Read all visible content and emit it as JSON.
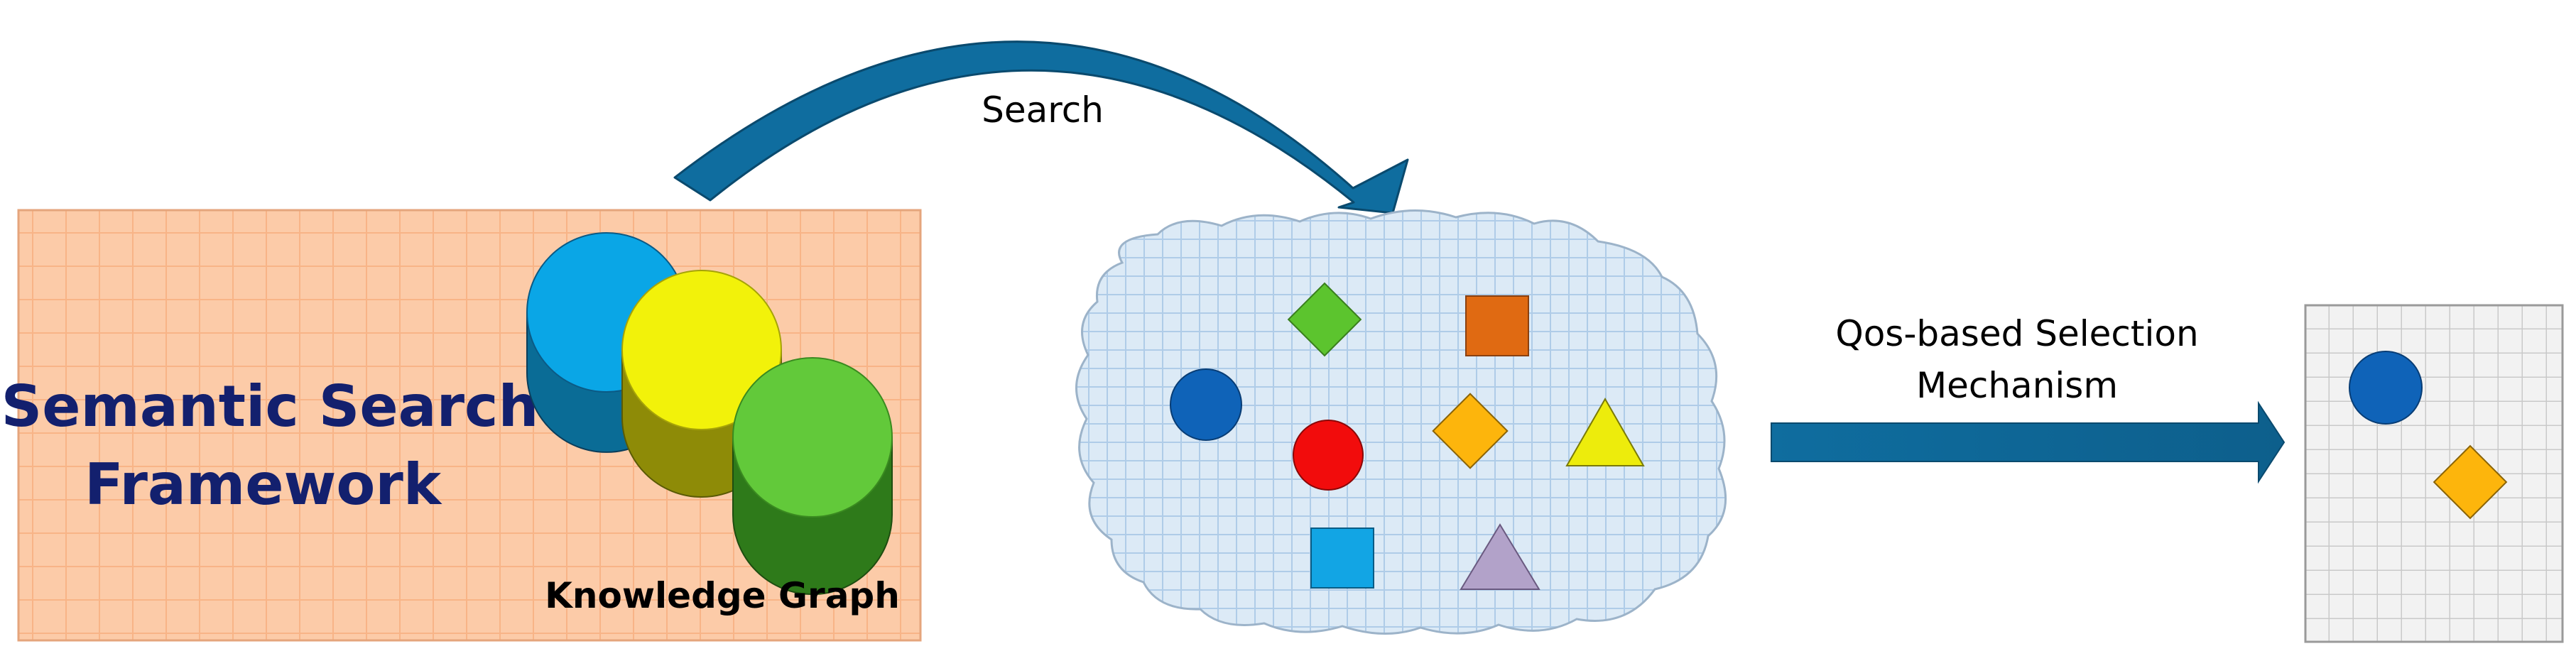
{
  "framework": {
    "title_line1": "Semantic Search",
    "title_line2": "Framework",
    "knowledge_graph_label": "Knowledge Graph"
  },
  "search_arrow": {
    "label": "Search"
  },
  "selection_arrow": {
    "label_line1": "Qos-based Selection",
    "label_line2": "Mechanism"
  },
  "colors": {
    "framework_bg": "#FCCBA8",
    "framework_grid": "#F8B487",
    "framework_text": "#13206E",
    "arrow": "#0F6D9F",
    "cloud_fill": "#DCEAF6",
    "cloud_grid": "#AFCCE8",
    "result_bg": "#F2F2F2",
    "result_grid": "#C9C9C9",
    "cylinder_blue": "#0AA6E6",
    "cylinder_yellow": "#F2F20A",
    "cylinder_green": "#62C93A",
    "shape_green_diamond": "#5CC42E",
    "shape_orange_square": "#E06A12",
    "shape_blue_circle": "#0F63B8",
    "shape_red_circle": "#F20C0C",
    "shape_orange_diamond": "#FDB50C",
    "shape_yellow_triangle": "#EDEC0C",
    "shape_cyan_square": "#12A5E4",
    "shape_purple_triangle": "#B2A2C9"
  }
}
